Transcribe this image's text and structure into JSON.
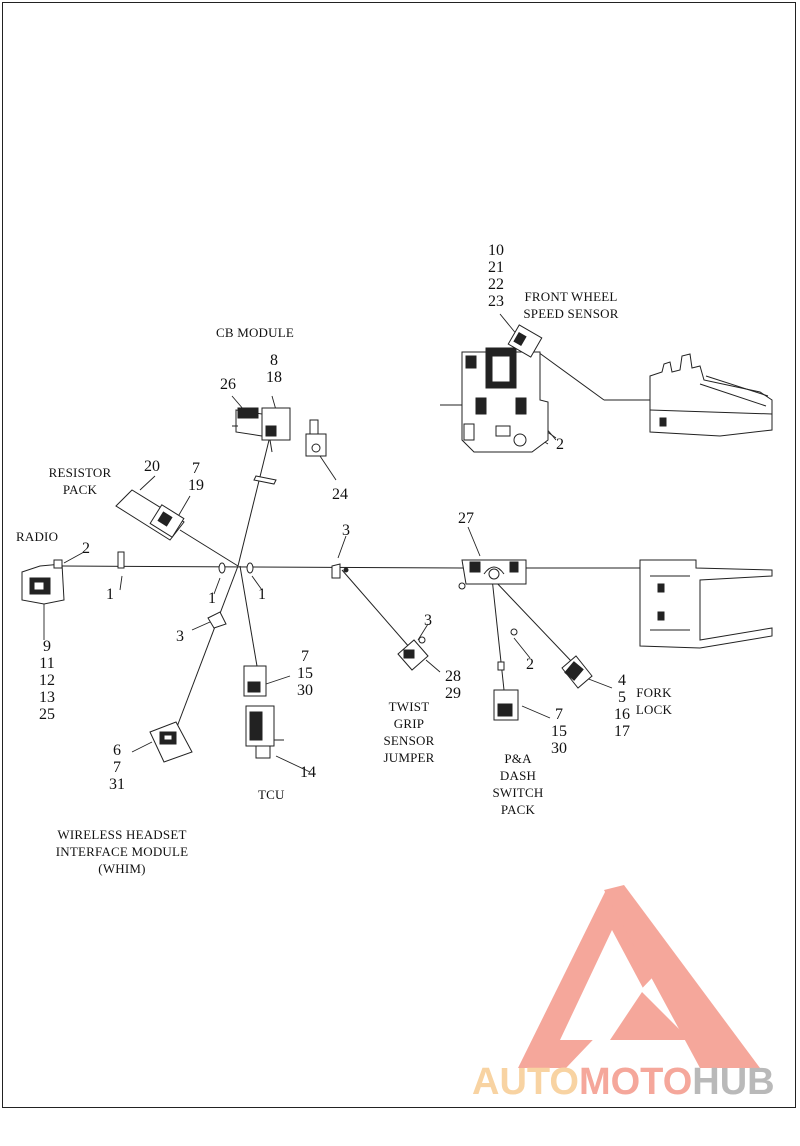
{
  "labels": {
    "cb_module": "CB MODULE",
    "front_wheel_line1": "FRONT WHEEL",
    "front_wheel_line2": "SPEED SENSOR",
    "resistor_line1": "RESISTOR",
    "resistor_line2": "PACK",
    "radio": "RADIO",
    "twist_line1": "TWIST",
    "twist_line2": "GRIP",
    "twist_line3": "SENSOR",
    "twist_line4": "JUMPER",
    "pa_line1": "P&A",
    "pa_line2": "DASH",
    "pa_line3": "SWITCH",
    "pa_line4": "PACK",
    "fork_line1": "FORK",
    "fork_line2": "LOCK",
    "tcu": "TCU",
    "whim_line1": "WIRELESS HEADSET",
    "whim_line2": "INTERFACE MODULE",
    "whim_line3": "(WHIM)"
  },
  "callouts": {
    "speed_sensor": [
      "10",
      "21",
      "22",
      "23"
    ],
    "speed_clip": "2",
    "cb_connector": [
      "8",
      "18"
    ],
    "cb_26": "26",
    "cb_24": "24",
    "resistor_20": "20",
    "resistor_conn": [
      "7",
      "19"
    ],
    "radio_2": "2",
    "radio_parts": [
      "9",
      "11",
      "12",
      "13",
      "25"
    ],
    "clip_1a": "1",
    "clip_1b": "1",
    "clip_1c": "1",
    "clip_3a": "3",
    "clip_3b": "3",
    "twist_3": "3",
    "twist_conn": [
      "28",
      "29"
    ],
    "tcu_conn": [
      "7",
      "15",
      "30"
    ],
    "tcu_14": "14",
    "whim_conn": [
      "6",
      "7",
      "31"
    ],
    "bracket_27": "27",
    "pa_clip_2": "2",
    "pa_conn": [
      "7",
      "15",
      "30"
    ],
    "fork_conn": [
      "4",
      "5",
      "16",
      "17"
    ]
  },
  "watermark": {
    "part1": "AUTO",
    "part2": "MOTO",
    "part3": "HUB",
    "color_red": "#f5a79b",
    "color_orange": "#f8d3a2",
    "color_gray": "#b9b9b9"
  }
}
